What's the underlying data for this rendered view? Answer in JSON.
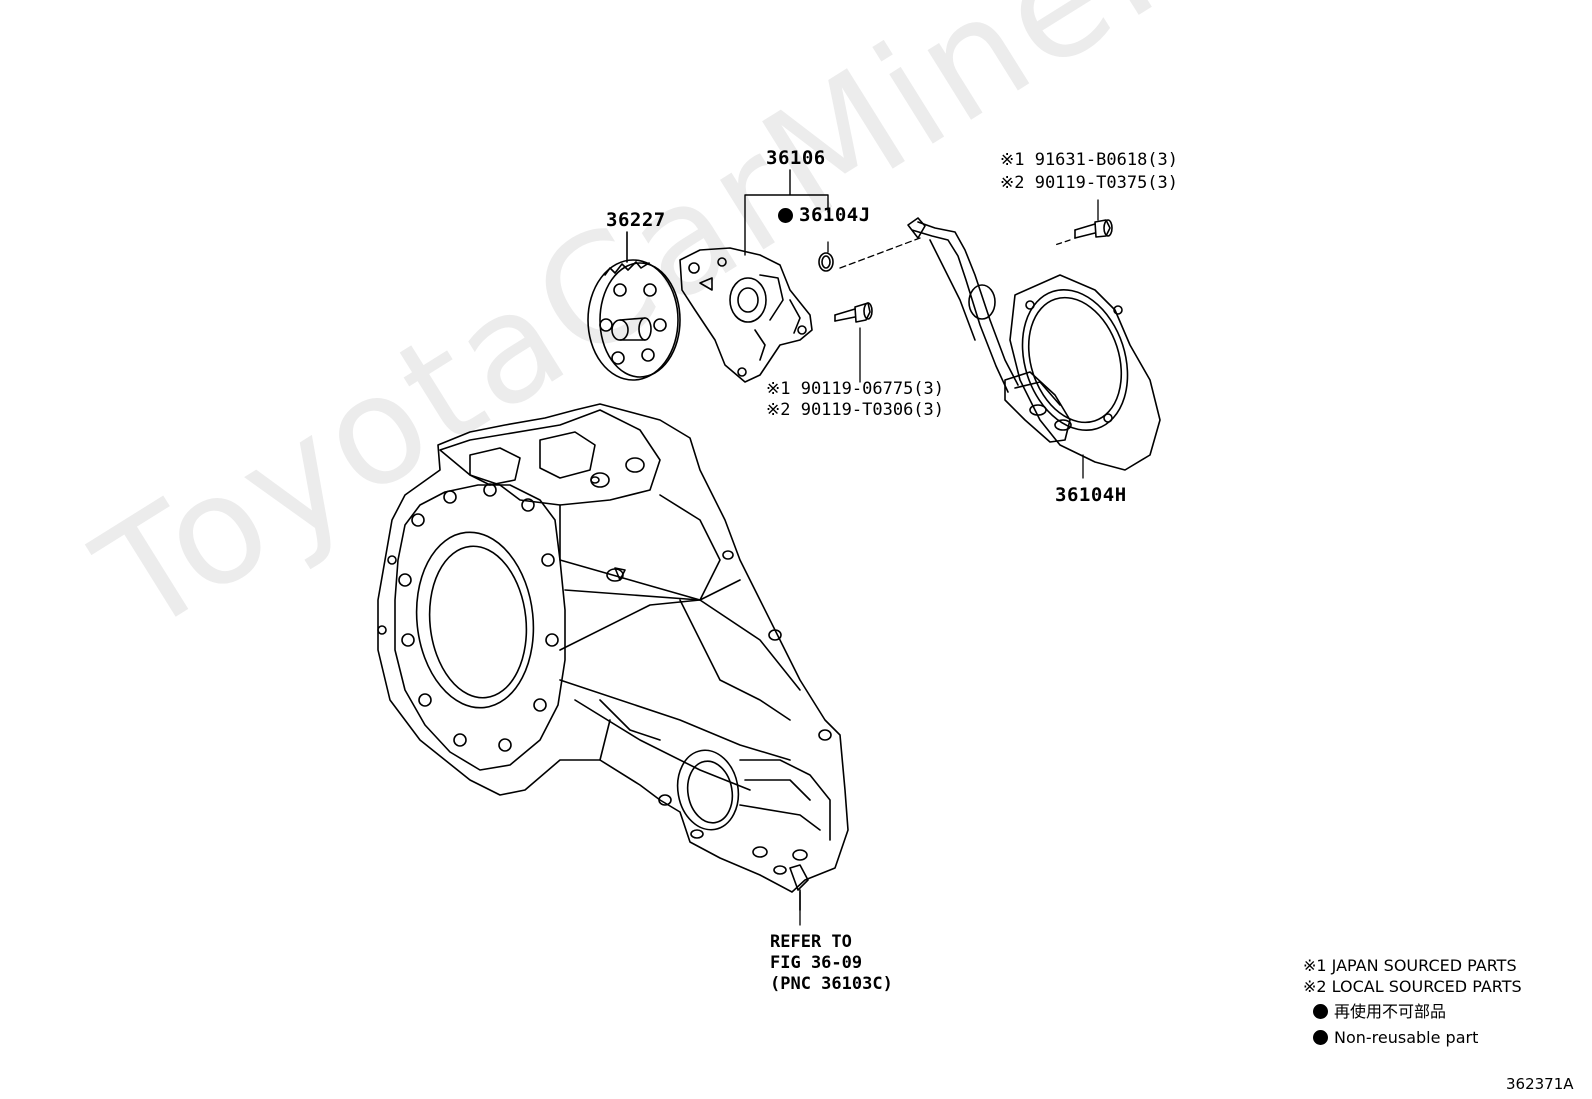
{
  "watermark": "ToyotaCarMine.ru",
  "callouts": {
    "p36106": "36106",
    "p36104j": "36104J",
    "p36227": "36227",
    "bolt_a_line1": "※1 91631-B0618(3)",
    "bolt_a_line2": "※2 90119-T0375(3)",
    "bolt_b_line1": "※1  90119-06775(3)",
    "bolt_b_line2": "※2  90119-T0306(3)",
    "p36104h": "36104H",
    "refer_line1": "REFER TO",
    "refer_line2": "FIG 36-09",
    "refer_line3": "(PNC 36103C)"
  },
  "legend": {
    "line1": "※1 JAPAN SOURCED PARTS",
    "line2": "※2 LOCAL SOURCED PARTS",
    "line3": "再使用不可部品",
    "line4": "Non-reusable part"
  },
  "figure_id": "362371A"
}
